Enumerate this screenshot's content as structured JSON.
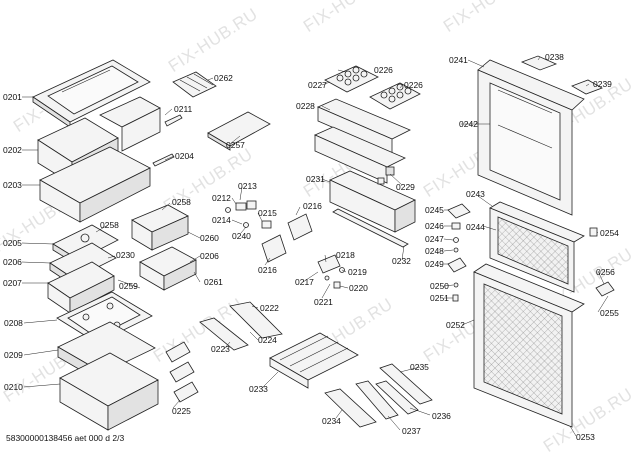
{
  "watermark": {
    "text": "FIX-HUB.RU"
  },
  "footer": {
    "text": "58300000138456 aet 000 d 2/3"
  },
  "part_numbers": {
    "p0201": "0201",
    "p0202": "0202",
    "p0203": "0203",
    "p0204": "0204",
    "p0205": "0205",
    "p0206a": "0206",
    "p0206b": "0206",
    "p0207": "0207",
    "p0208": "0208",
    "p0209": "0209",
    "p0210": "0210",
    "p0211": "0211",
    "p0212": "0212",
    "p0213": "0213",
    "p0214": "0214",
    "p0215": "0215",
    "p0216a": "0216",
    "p0216b": "0216",
    "p0217": "0217",
    "p0218": "0218",
    "p0219": "0219",
    "p0220": "0220",
    "p0221": "0221",
    "p0222": "0222",
    "p0223": "0223",
    "p0224": "0224",
    "p0225": "0225",
    "p0226a": "0226",
    "p0226b": "0226",
    "p0227": "0227",
    "p0228": "0228",
    "p0229": "0229",
    "p0230": "0230",
    "p0231": "0231",
    "p0232": "0232",
    "p0233": "0233",
    "p0234": "0234",
    "p0235": "0235",
    "p0236": "0236",
    "p0237": "0237",
    "p0238": "0238",
    "p0239": "0239",
    "p0240": "0240",
    "p0241": "0241",
    "p0242": "0242",
    "p0243": "0243",
    "p0244": "0244",
    "p0245": "0245",
    "p0246": "0246",
    "p0247": "0247",
    "p0248": "0248",
    "p0249": "0249",
    "p0250": "0250",
    "p0251": "0251",
    "p0252": "0252",
    "p0253": "0253",
    "p0254": "0254",
    "p0255": "0255",
    "p0256": "0256",
    "p0257": "0257",
    "p0258a": "0258",
    "p0258b": "0258",
    "p0259": "0259",
    "p0260": "0260",
    "p0261": "0261",
    "p0262": "0262"
  }
}
